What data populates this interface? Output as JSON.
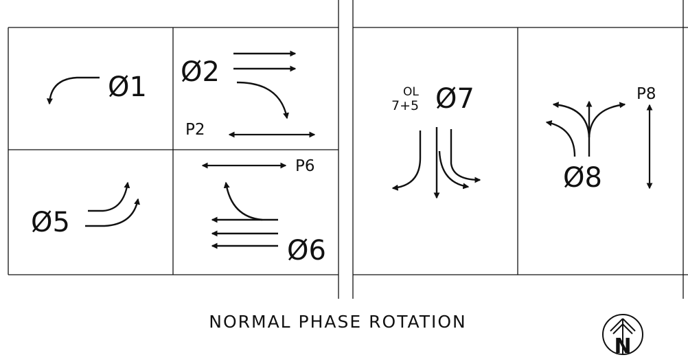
{
  "diagram": {
    "caption": "NORMAL PHASE ROTATION",
    "phases": {
      "p1": "Ø1",
      "p2": "Ø2",
      "p5": "Ø5",
      "p6": "Ø6",
      "p7": "Ø7",
      "p8": "Ø8"
    },
    "pedestrian": {
      "p2": "P2",
      "p6": "P6",
      "p8": "P8"
    },
    "overlap": {
      "line1": "OL",
      "line2": "7+5"
    },
    "north_arrow": {
      "letter": "N",
      "icon": "north-arrow-icon"
    }
  },
  "colors": {
    "line": "#111111",
    "background": "#ffffff"
  }
}
